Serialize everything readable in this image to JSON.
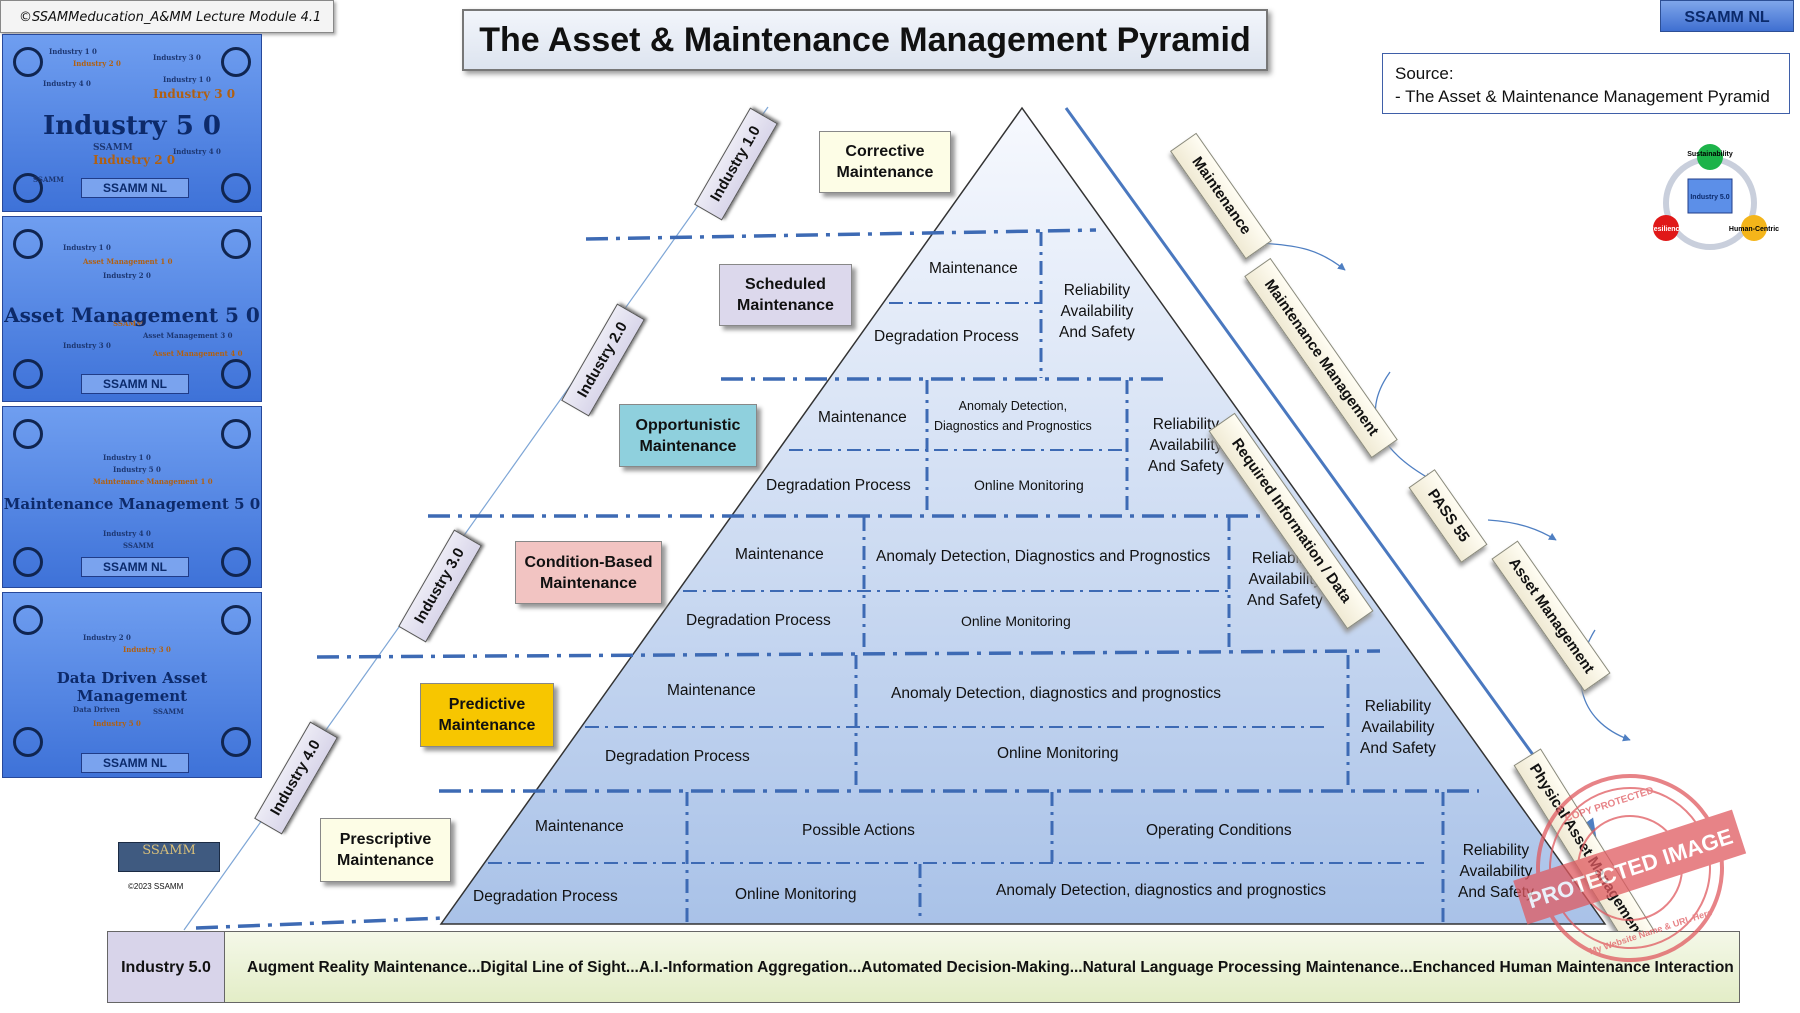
{
  "header": {
    "copyright": "©SSAMMeducation_A&MM Lecture Module 4.1",
    "title": "The Asset & Maintenance Management Pyramid",
    "badge": "SSAMM NL"
  },
  "source_box": {
    "line1": "Source:",
    "line2": "- The Asset & Maintenance Management Pyramid"
  },
  "panels": [
    {
      "title_line1": "Industry 5 0",
      "logo": "SSAMM NL",
      "words": [
        "Industry 1 0",
        "Industry 2 0",
        "Industry 3 0",
        "Industry 4 0",
        "SSAMM",
        "Industry 2 0",
        "Industry 3 0",
        "Industry 1 0",
        "SSAMM",
        "Industry 4 0"
      ]
    },
    {
      "title_line1": "Asset Management 5 0",
      "logo": "SSAMM NL",
      "words": [
        "Industry 1 0",
        "Asset Management 1 0",
        "Industry 2 0",
        "SSAMM",
        "Asset Management 3 0",
        "Industry 3 0",
        "Asset Management 4 0"
      ]
    },
    {
      "title_line1": "Maintenance Management 5 0",
      "logo": "SSAMM NL",
      "words": [
        "Industry 1 0",
        "Industry 5 0",
        "Maintenance Management 1 0",
        "Industry 4 0",
        "SSAMM"
      ]
    },
    {
      "title_line1": "Data Driven Asset Management",
      "logo": "SSAMM NL",
      "words": [
        "Industry 2 0",
        "Industry 3 0",
        "Data Driven",
        "SSAMM",
        "Industry 5 0"
      ]
    }
  ],
  "industries": [
    "Industry 1.0",
    "Industry 2.0",
    "Industry 3.0",
    "Industry 4.0"
  ],
  "industry5": {
    "label": "Industry 5.0",
    "bar": "Augment Reality Maintenance...Digital Line of Sight...A.I.-Information Aggregation...Automated Decision-Making...Natural Language Processing Maintenance...Enchanced Human Maintenance Interaction"
  },
  "strategies": [
    {
      "line1": "Corrective",
      "line2": "Maintenance",
      "color": "#fdfde6"
    },
    {
      "line1": "Scheduled",
      "line2": "Maintenance",
      "color": "#dcd8ec"
    },
    {
      "line1": "Opportunistic",
      "line2": "Maintenance",
      "color": "#8fd0dd"
    },
    {
      "line1": "Condition-Based",
      "line2": "Maintenance",
      "color": "#f2c4c2"
    },
    {
      "line1": "Predictive",
      "line2": "Maintenance",
      "color": "#f7c600"
    },
    {
      "line1": "Prescriptive",
      "line2": "Maintenance",
      "color": "#fdfde6"
    }
  ],
  "pyramid": {
    "maintenance": "Maintenance",
    "degradation": "Degradation Process",
    "ras1": "Reliability",
    "ras2": "Availability",
    "ras3": "And Safety",
    "adp_small_1": "Anomaly Detection,",
    "adp_small_2": "Diagnostics and Prognostics",
    "adp_caps": "Anomaly Detection, Diagnostics and Prognostics",
    "adp_lower": "Anomaly Detection, diagnostics and prognostics",
    "online": "Online Monitoring",
    "possible": "Possible Actions",
    "operating": "Operating Conditions"
  },
  "flow": {
    "maintenance": "Maintenance",
    "maintenance_management": "Maintenance Management",
    "pass55": "PASS 55",
    "asset_management": "Asset Management",
    "physical": "Physical Asset Management",
    "required": "Required Information / Data"
  },
  "cycle": {
    "top": "Sustainability",
    "center": "Industry 5.0",
    "left": "Resilience",
    "right": "Human-Centric",
    "colors": {
      "top": "#1db34a",
      "left": "#e01818",
      "right": "#f4b51a"
    }
  },
  "footer_logo": {
    "name": "SSAMM",
    "copy": "©2023 SSAMM"
  },
  "stamp": {
    "line1": "PROTECTED IMAGE",
    "ring_top": "COPY PROTECTED",
    "ring_bottom": "My Website Name & URL Here",
    "color": "#e05a60"
  }
}
